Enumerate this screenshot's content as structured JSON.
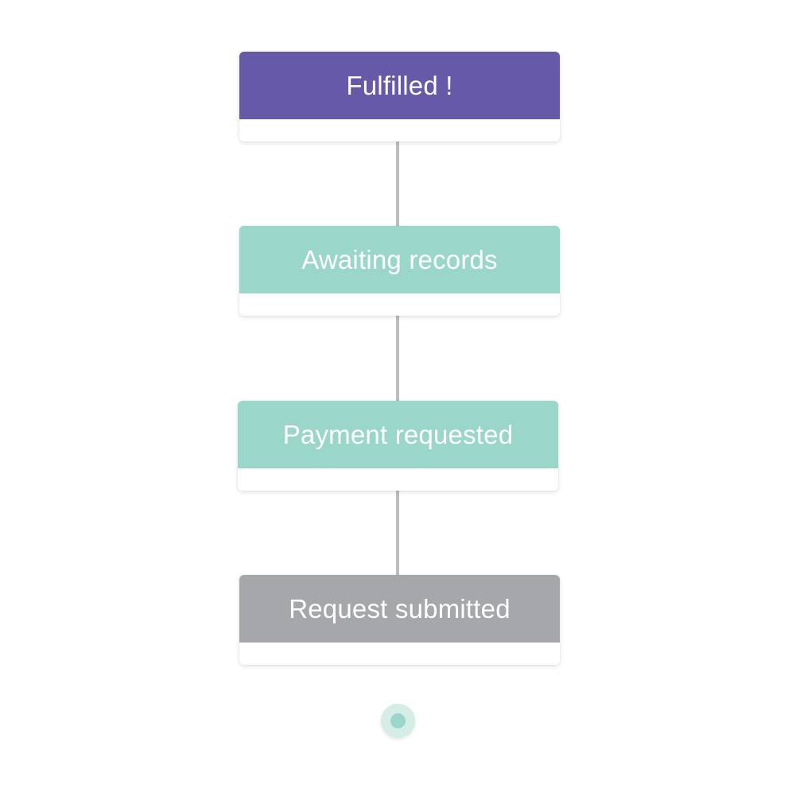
{
  "colors": {
    "fulfilled": "#6559a8",
    "in_progress": "#9ad6c9",
    "submitted": "#a6a7ab",
    "start_dot": "#9ad6c9"
  },
  "steps": [
    {
      "label": "Fulfilled !",
      "status": "fulfilled"
    },
    {
      "label": "Awaiting records",
      "status": "in_progress"
    },
    {
      "label": "Payment requested",
      "status": "in_progress"
    },
    {
      "label": "Request submitted",
      "status": "submitted"
    }
  ]
}
